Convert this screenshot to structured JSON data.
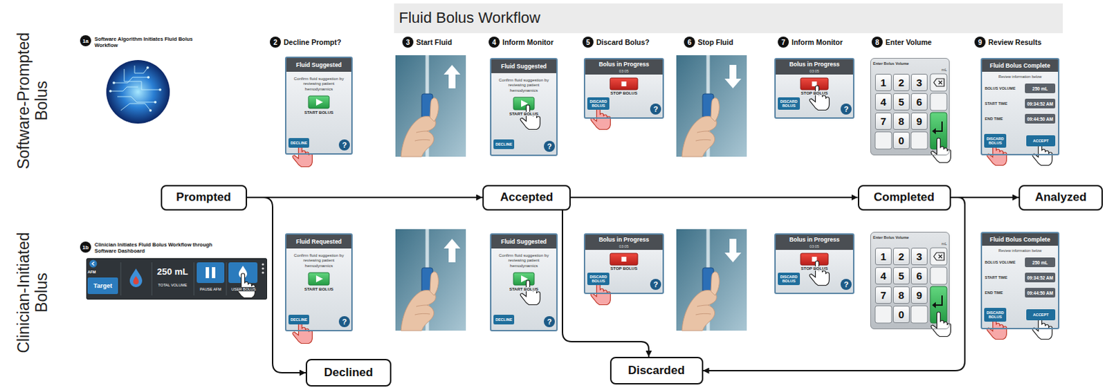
{
  "diagram": {
    "title": "Fluid Bolus Workflow",
    "nodes": [
      {
        "text": [
          "Fluid Suggested",
          "Confirm fluid suggestion by reviewing patient hemodynamics",
          "START BOLUS",
          "DECLINE",
          "?"
        ]
      },
      {
        "text": [
          "Fluid Suggested",
          "Confirm fluid suggestion by reviewing patient hemodynamics",
          "START BOLUS",
          "DECLINE",
          "?"
        ]
      },
      {
        "text": [
          "Bolus in Progress",
          "03:05",
          "STOP BOLUS",
          "DISCARD BOLUS",
          "?"
        ]
      },
      {
        "text": [
          "Bolus in Progress",
          "03:05",
          "STOP BOLUS",
          "DISCARD BOLUS",
          "?"
        ]
      },
      {
        "text": [
          "Enter Bolus Volume",
          "mL",
          "1",
          "2",
          "3",
          "4",
          "5",
          "6",
          "7",
          "8",
          "9",
          "0"
        ]
      },
      {
        "text": [
          "Fluid Bolus Complete",
          "Review information below",
          "BOLUS VOLUME",
          "250 mL",
          "START TIME",
          "09:34:52 AM",
          "END TIME",
          "09:44:50 AM",
          "DISCARD BOLUS",
          "ACCEPT"
        ]
      },
      {
        "text": [
          "Prompted"
        ]
      },
      {
        "text": [
          "Accepted"
        ]
      },
      {
        "text": [
          "Completed"
        ]
      },
      {
        "text": [
          "Analyzed"
        ]
      },
      {
        "text": [
          "AFM",
          "Target",
          "250 mL",
          "TOTAL VOLUME",
          "PAUSE AFM",
          "USER BOLUS"
        ]
      },
      {
        "text": [
          "Fluid Requested",
          "Confirm fluid suggestion by reviewing patient hemodynamics",
          "START BOLUS",
          "DECLINE",
          "?"
        ]
      },
      {
        "text": [
          "Fluid Suggested",
          "Confirm fluid suggestion by reviewing patient hemodynamics",
          "START BOLUS",
          "DECLINE",
          "?"
        ]
      },
      {
        "text": [
          "Bolus in Progress",
          "03:05",
          "STOP BOLUS",
          "DISCARD BOLUS",
          "?"
        ]
      },
      {
        "text": [
          "Bolus in Progress",
          "03:05",
          "STOP BOLUS",
          "DISCARD BOLUS",
          "?"
        ]
      },
      {
        "text": [
          "Enter Bolus Volume",
          "mL",
          "1",
          "2",
          "3",
          "4",
          "5",
          "6",
          "7",
          "8",
          "9",
          "0"
        ]
      },
      {
        "text": [
          "Fluid Bolus Complete",
          "Review information below",
          "BOLUS VOLUME",
          "250 mL",
          "START TIME",
          "09:34:52 AM",
          "END TIME",
          "09:44:50 AM",
          "DISCARD BOLUS",
          "ACCEPT"
        ]
      },
      {
        "text": [
          "Declined"
        ]
      },
      {
        "text": [
          "Discarded"
        ]
      }
    ],
    "edges": [
      {
        "from": 6,
        "to": 7,
        "arrow": "to"
      },
      {
        "from": 7,
        "to": 8,
        "arrow": "to"
      },
      {
        "from": 8,
        "to": 9,
        "arrow": "to"
      },
      {
        "from": 6,
        "to": 17,
        "arrow": "to"
      },
      {
        "from": 7,
        "to": 18,
        "arrow": "to"
      },
      {
        "from": 8,
        "to": 18,
        "arrow": "to"
      }
    ],
    "labels": [
      "Software-Prompted Bolus",
      "Clinician-Initiated Bolus",
      "1a",
      "Software Algorithm Initiates Fluid Bolus Workflow",
      "2",
      "Decline Prompt?",
      "3",
      "Start Fluid",
      "4",
      "Inform Monitor",
      "5",
      "Discard Bolus?",
      "6",
      "Stop Fluid",
      "7",
      "Inform Monitor",
      "8",
      "Enter Volume",
      "9",
      "Review Results",
      "1b",
      "Clinician Initiates Fluid Bolus Workflow through Software Dashboard"
    ]
  }
}
